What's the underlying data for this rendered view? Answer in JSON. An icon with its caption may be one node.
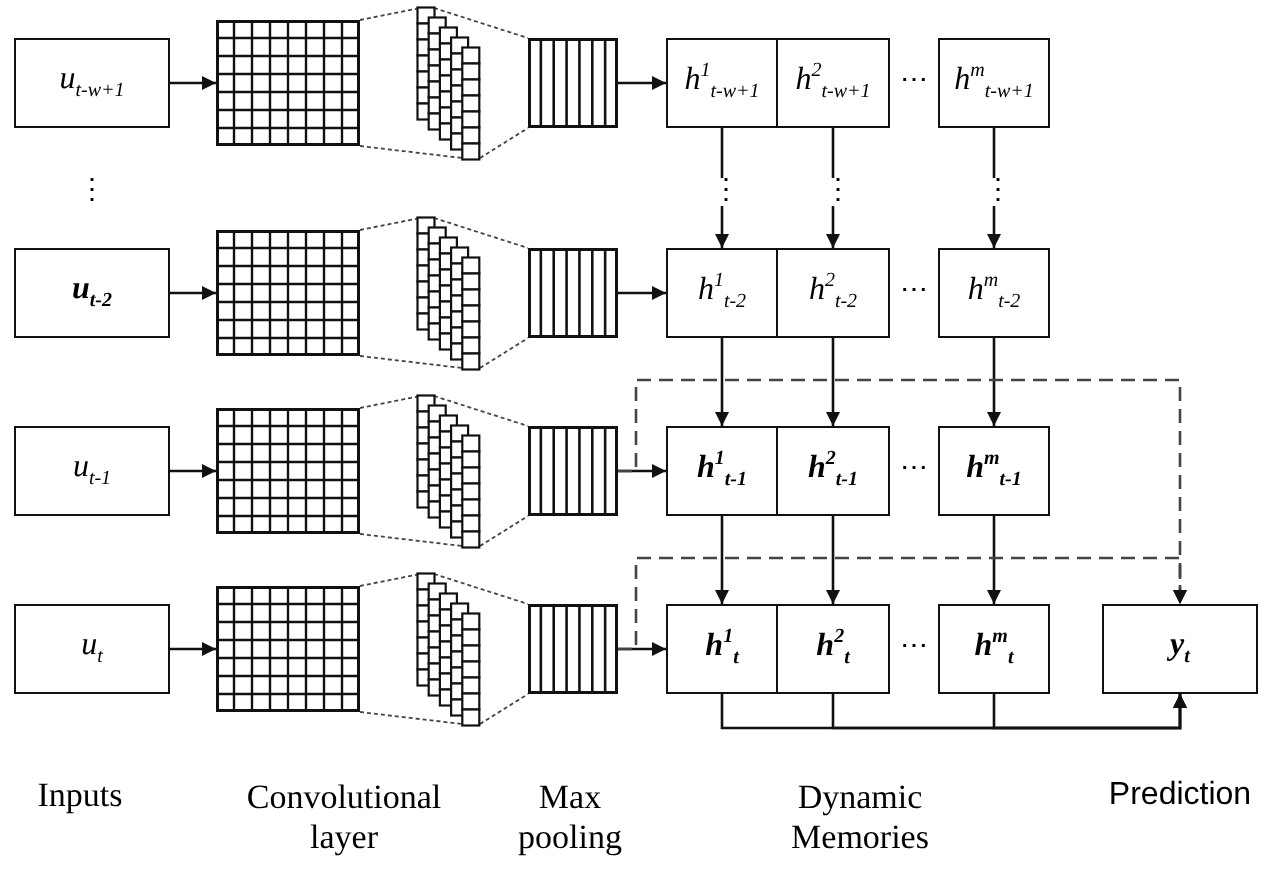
{
  "diagram": {
    "nodes": [
      {
        "text": [
          "u$_{t-w+1}$"
        ]
      },
      {
        "text": [],
        "shape": "box"
      },
      {
        "text": [],
        "shape": "picture"
      },
      {
        "text": [],
        "shape": "box"
      },
      {
        "text": [
          "h$^{1}$$_{t-w+1}$"
        ]
      },
      {
        "text": [
          "h$^{2}$$_{t-w+1}$"
        ]
      },
      {
        "text": [
          "h$^{m}$$_{t-w+1}$"
        ]
      },
      {
        "text": [
          "u$_{t-2}$"
        ]
      },
      {
        "text": [],
        "shape": "box"
      },
      {
        "text": [],
        "shape": "picture"
      },
      {
        "text": [],
        "shape": "box"
      },
      {
        "text": [
          "h$^{1}$$_{t-2}$"
        ]
      },
      {
        "text": [
          "h$^{2}$$_{t-2}$"
        ]
      },
      {
        "text": [
          "h$^{m}$$_{t-2}$"
        ]
      },
      {
        "text": [
          "u$_{t-1}$"
        ]
      },
      {
        "text": [],
        "shape": "box"
      },
      {
        "text": [],
        "shape": "picture"
      },
      {
        "text": [],
        "shape": "box"
      },
      {
        "text": [
          "h$^{1}$$_{t-1}$"
        ]
      },
      {
        "text": [
          "h$^{2}$$_{t-1}$"
        ]
      },
      {
        "text": [
          "h$^{m}$$_{t-1}$"
        ]
      },
      {
        "text": [
          "u$_{t}$"
        ]
      },
      {
        "text": [],
        "shape": "box"
      },
      {
        "text": [],
        "shape": "picture"
      },
      {
        "text": [],
        "shape": "box"
      },
      {
        "text": [
          "h$^{1}$$_{t}$"
        ]
      },
      {
        "text": [
          "h$^{2}$$_{t}$"
        ]
      },
      {
        "text": [
          "h$^{m}$$_{t}$"
        ]
      },
      {
        "text": [
          "y$_{t}$"
        ]
      }
    ],
    "edges": [
      {
        "from": 0,
        "to": 1,
        "arrow": "to"
      },
      {
        "from": 1,
        "to": 2,
        "arrow": "none",
        "style": "dashed"
      },
      {
        "from": 2,
        "to": 3,
        "arrow": "none",
        "style": "dashed"
      },
      {
        "from": 3,
        "to": 4,
        "arrow": "to"
      },
      {
        "from": 7,
        "to": 8,
        "arrow": "to"
      },
      {
        "from": 8,
        "to": 9,
        "arrow": "none",
        "style": "dashed"
      },
      {
        "from": 9,
        "to": 10,
        "arrow": "none",
        "style": "dashed"
      },
      {
        "from": 10,
        "to": 11,
        "arrow": "to"
      },
      {
        "from": 14,
        "to": 15,
        "arrow": "to"
      },
      {
        "from": 15,
        "to": 16,
        "arrow": "none",
        "style": "dashed"
      },
      {
        "from": 16,
        "to": 17,
        "arrow": "none",
        "style": "dashed"
      },
      {
        "from": 17,
        "to": 18,
        "arrow": "to"
      },
      {
        "from": 21,
        "to": 22,
        "arrow": "to"
      },
      {
        "from": 22,
        "to": 23,
        "arrow": "none",
        "style": "dashed"
      },
      {
        "from": 23,
        "to": 24,
        "arrow": "none",
        "style": "dashed"
      },
      {
        "from": 24,
        "to": 25,
        "arrow": "to"
      },
      {
        "from": 4,
        "to": 11,
        "arrow": "to"
      },
      {
        "from": 5,
        "to": 12,
        "arrow": "to"
      },
      {
        "from": 6,
        "to": 13,
        "arrow": "to"
      },
      {
        "from": 11,
        "to": 18,
        "arrow": "to"
      },
      {
        "from": 12,
        "to": 19,
        "arrow": "to"
      },
      {
        "from": 13,
        "to": 20,
        "arrow": "to"
      },
      {
        "from": 18,
        "to": 25,
        "arrow": "to"
      },
      {
        "from": 19,
        "to": 26,
        "arrow": "to"
      },
      {
        "from": 20,
        "to": 27,
        "arrow": "to"
      },
      {
        "from": 17,
        "to": 28,
        "arrow": "to",
        "style": "dashed"
      },
      {
        "from": 24,
        "to": 28,
        "arrow": "to",
        "style": "dashed"
      },
      {
        "from": 25,
        "to": 28,
        "arrow": "to"
      },
      {
        "from": 26,
        "to": 28,
        "arrow": "to"
      },
      {
        "from": 27,
        "to": 28,
        "arrow": "to"
      }
    ],
    "labels": [
      "⋯",
      "⋮",
      "⋮",
      "⋮",
      "⋮",
      "⋯",
      "⋯",
      "⋯",
      "Inputs",
      "Convolutional layer",
      "Max pooling",
      "Dynamic Memories",
      "Prediction"
    ]
  }
}
